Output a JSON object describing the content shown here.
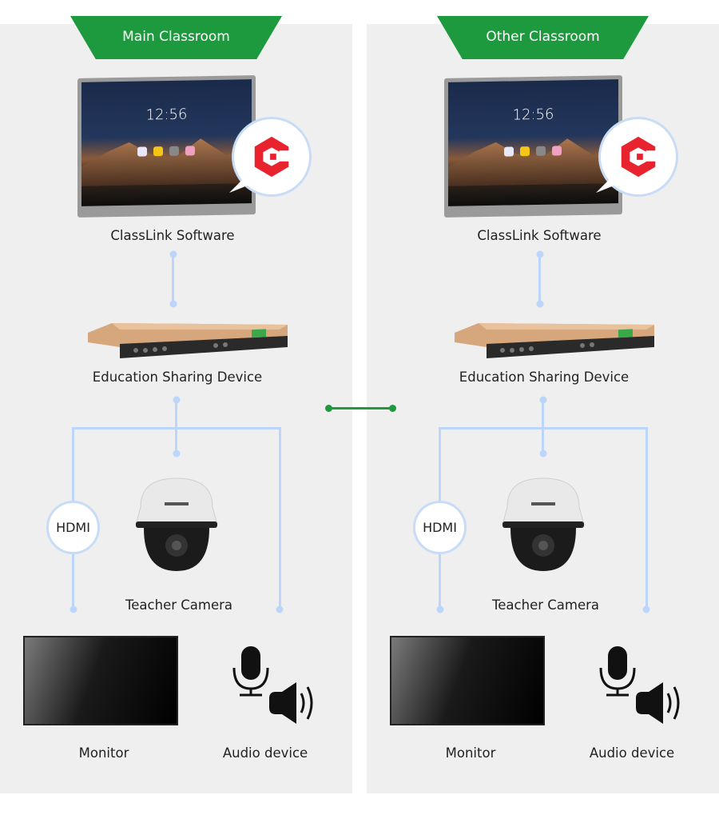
{
  "panels": [
    {
      "title": "Main Classroom",
      "tv_clock": "12:56",
      "software_label": "ClassLink Software",
      "device_label": "Education Sharing Device",
      "hdmi_label": "HDMI",
      "camera_label": "Teacher Camera",
      "monitor_label": "Monitor",
      "audio_label": "Audio device"
    },
    {
      "title": "Other Classroom",
      "tv_clock": "12:56",
      "software_label": "ClassLink Software",
      "device_label": "Education Sharing Device",
      "hdmi_label": "HDMI",
      "camera_label": "Teacher Camera",
      "monitor_label": "Monitor",
      "audio_label": "Audio device"
    }
  ],
  "colors": {
    "accent": "#1e9a3e",
    "line": "#bcd6fb",
    "logo": "#e8232e",
    "panel_bg": "#efefef"
  }
}
